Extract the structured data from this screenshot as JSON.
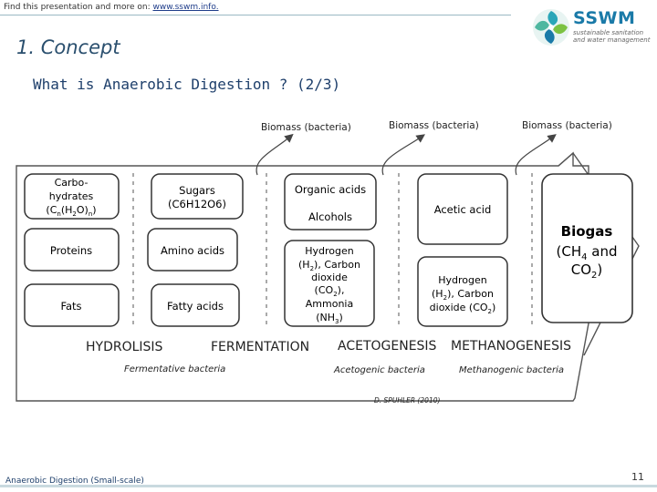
{
  "header": {
    "find_text": "Find this presentation and more on: ",
    "find_link": "www.sswm.info.",
    "logo_word": "SSWM",
    "logo_tag_1": "sustainable sanitation",
    "logo_tag_2": "and water management"
  },
  "section_title": "1. Concept",
  "slide_title": "What is Anaerobic Digestion ? (2/3)",
  "diagram": {
    "biomass_labels": [
      "Biomass (bacteria)",
      "Biomass (bacteria)",
      "Biomass (bacteria)"
    ],
    "col1": {
      "carbo": [
        "Carbo-",
        "hydrates"
      ],
      "proteins": "Proteins",
      "fats": "Fats"
    },
    "col2": {
      "sugars": "Sugars",
      "sugars_formula": "(C6H12O6)",
      "amino": "Amino acids",
      "fatty": "Fatty acids"
    },
    "col3": {
      "organic": "Organic acids",
      "alcohols": "Alcohols",
      "hydrogen": [
        "Hydrogen",
        "Carbon",
        "dioxide",
        "Ammonia"
      ]
    },
    "col4": {
      "acetic": "Acetic acid",
      "hydrogen": [
        "Hydrogen",
        "(H",
        "2",
        "), Carbon",
        "dioxide (CO",
        "2",
        ")"
      ]
    },
    "col5": {
      "biogas": "Biogas",
      "ch4": [
        "(CH",
        "4",
        " and"
      ],
      "co2": [
        "CO",
        "2",
        ")"
      ]
    },
    "stages": [
      "HYDROLISIS",
      "FERMENTATION",
      "ACETOGENESIS",
      "METHANOGENESIS"
    ],
    "bacteria": [
      "Fermentative bacteria",
      "Acetogenic bacteria",
      "Methanogenic bacteria"
    ],
    "credit": "D. SPUHLER (2010)"
  },
  "footer": {
    "text": "Anaerobic Digestion (Small-scale)",
    "page": "11"
  }
}
